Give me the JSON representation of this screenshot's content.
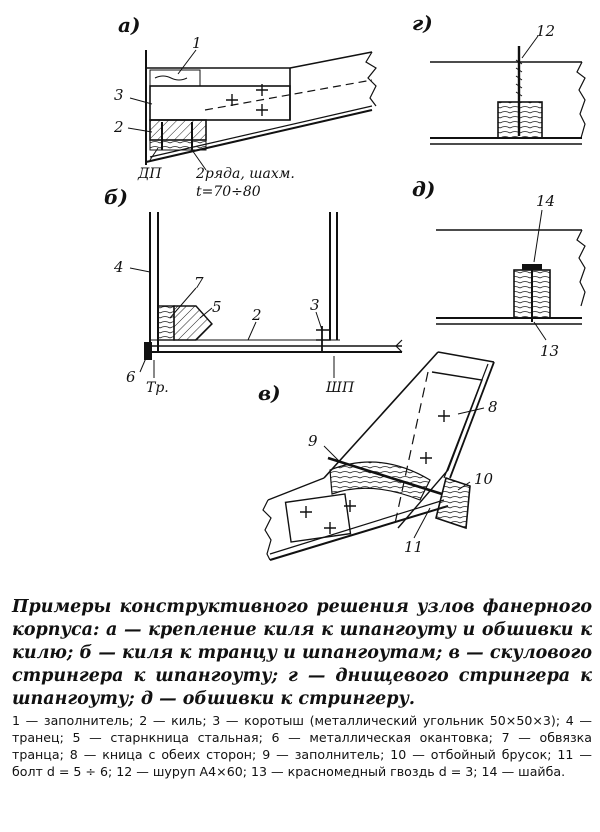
{
  "panels": {
    "a": "а)",
    "b": "б)",
    "v": "в)",
    "g": "г)",
    "d": "д)"
  },
  "callouts": [
    "1",
    "2",
    "3",
    "4",
    "5",
    "6",
    "7",
    "8",
    "9",
    "10",
    "11",
    "12",
    "13",
    "14"
  ],
  "annotations": {
    "dp": "ДП",
    "rows": "2ряда, шахм.",
    "pitch": "t=70÷80",
    "tr": "Тр.",
    "shp": "ШП"
  },
  "caption": "Примеры конструктивного решения узлов фанерного корпуса: а — крепление киля к шпангоуту и обшивки к килю; б — киля к транцу и шпангоутам; в — скулового стрингера к шпангоуту; г — днищевого стрингера к шпангоуту; д — обшивки к стрингеру.",
  "legend": [
    "1 — заполнитель;",
    "2 — киль;",
    "3 — коротыш (металлический угольник 50×50×3);",
    "4 — транец;",
    "5 — старнкница стальная;",
    "6 — металлическая окантовка;",
    "7 — обвязка транца;",
    "8 — кница с обеих сторон;",
    "9 — заполнитель;",
    "10 — отбойный брусок;",
    "11 — болт d = 5 ÷ 6;",
    "12 — шуруп А4×60;",
    "13 — красномедный гвоздь d = 3;",
    "14 — шайба."
  ]
}
